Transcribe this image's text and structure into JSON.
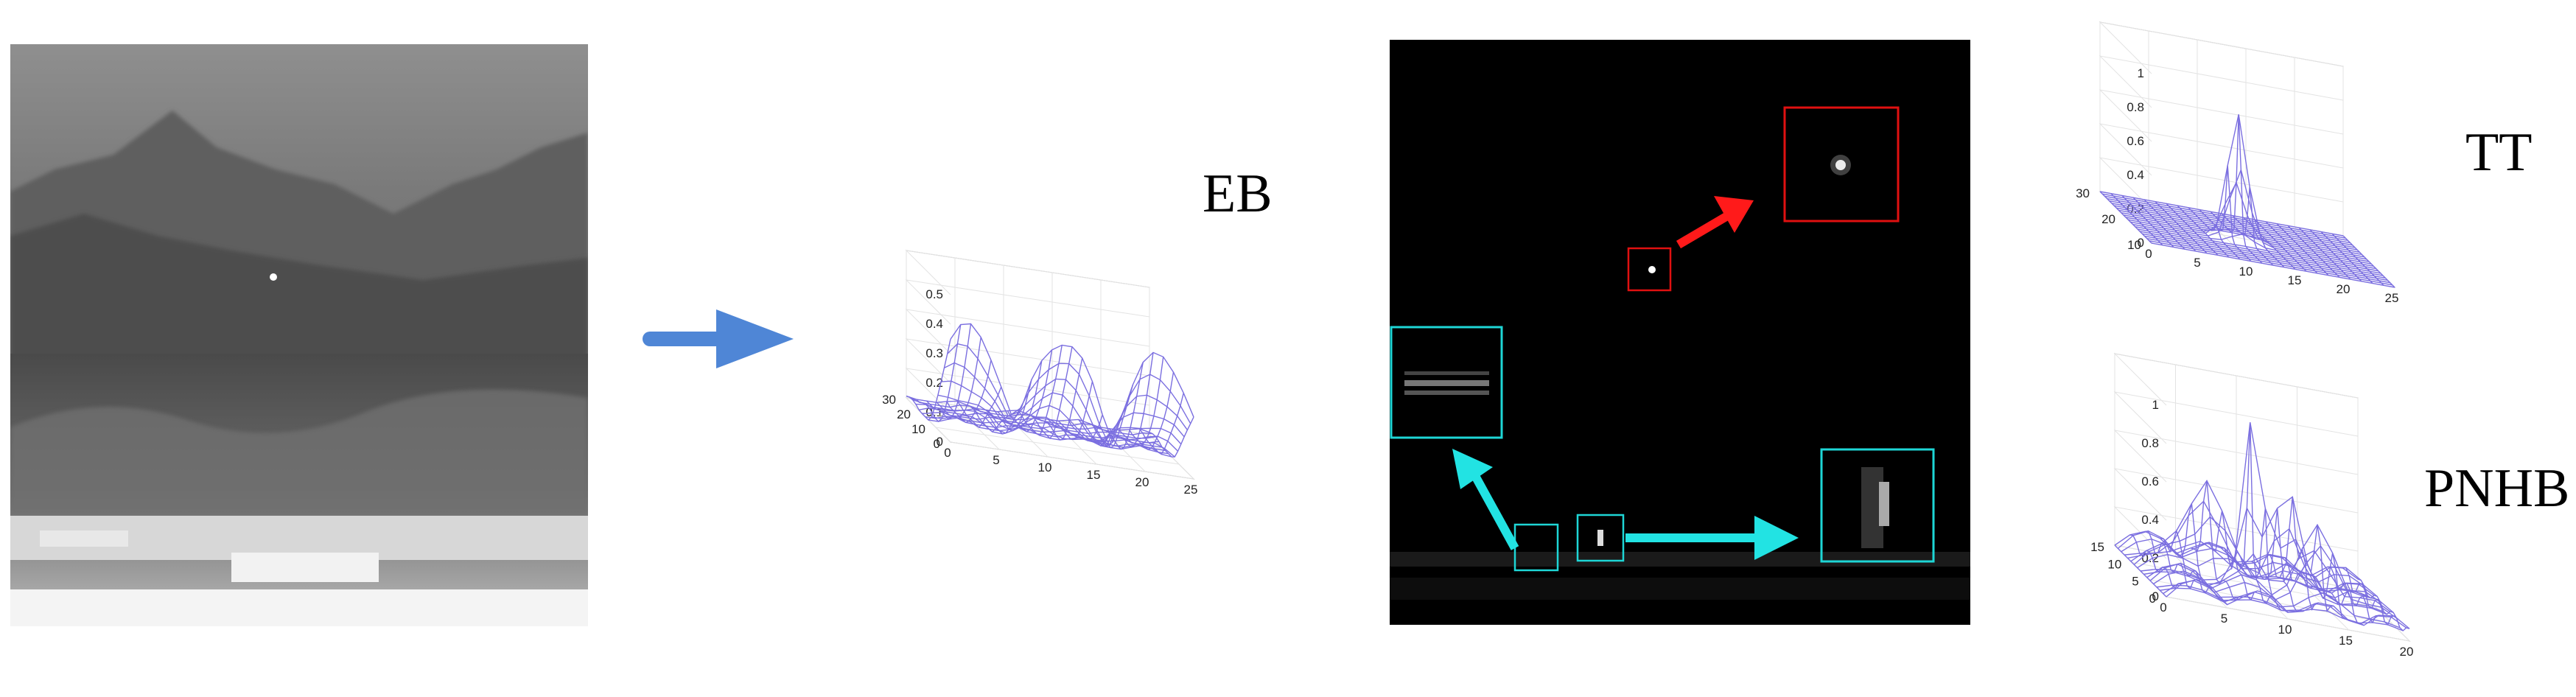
{
  "labels": {
    "eb": "EB",
    "tt": "TT",
    "pnhb": "PNHB"
  },
  "plots": {
    "eb": {
      "z_ticks": [
        "0",
        "0.1",
        "0.2",
        "0.3",
        "0.4",
        "0.5"
      ],
      "y_ticks": [
        "0",
        "10",
        "20",
        "30"
      ],
      "x_ticks": [
        "0",
        "5",
        "10",
        "15",
        "20",
        "25"
      ]
    },
    "tt": {
      "z_ticks": [
        "0",
        "0.2",
        "0.4",
        "0.6",
        "0.8",
        "1"
      ],
      "y_ticks": [
        "10",
        "20",
        "30"
      ],
      "x_ticks": [
        "0",
        "5",
        "10",
        "15",
        "20",
        "25"
      ]
    },
    "pnhb": {
      "z_ticks": [
        "0",
        "0.2",
        "0.4",
        "0.6",
        "0.8",
        "1"
      ],
      "y_ticks": [
        "0",
        "5",
        "10",
        "15"
      ],
      "x_ticks": [
        "0",
        "5",
        "10",
        "15",
        "20"
      ]
    }
  },
  "colors": {
    "arrow_main": "#4f86d6",
    "target_box": "#e01010",
    "target_arrow": "#ff1a1a",
    "clutter_box": "#1ed6d6",
    "clutter_arrow": "#22e3e3",
    "mesh": "#7b6fe0"
  }
}
